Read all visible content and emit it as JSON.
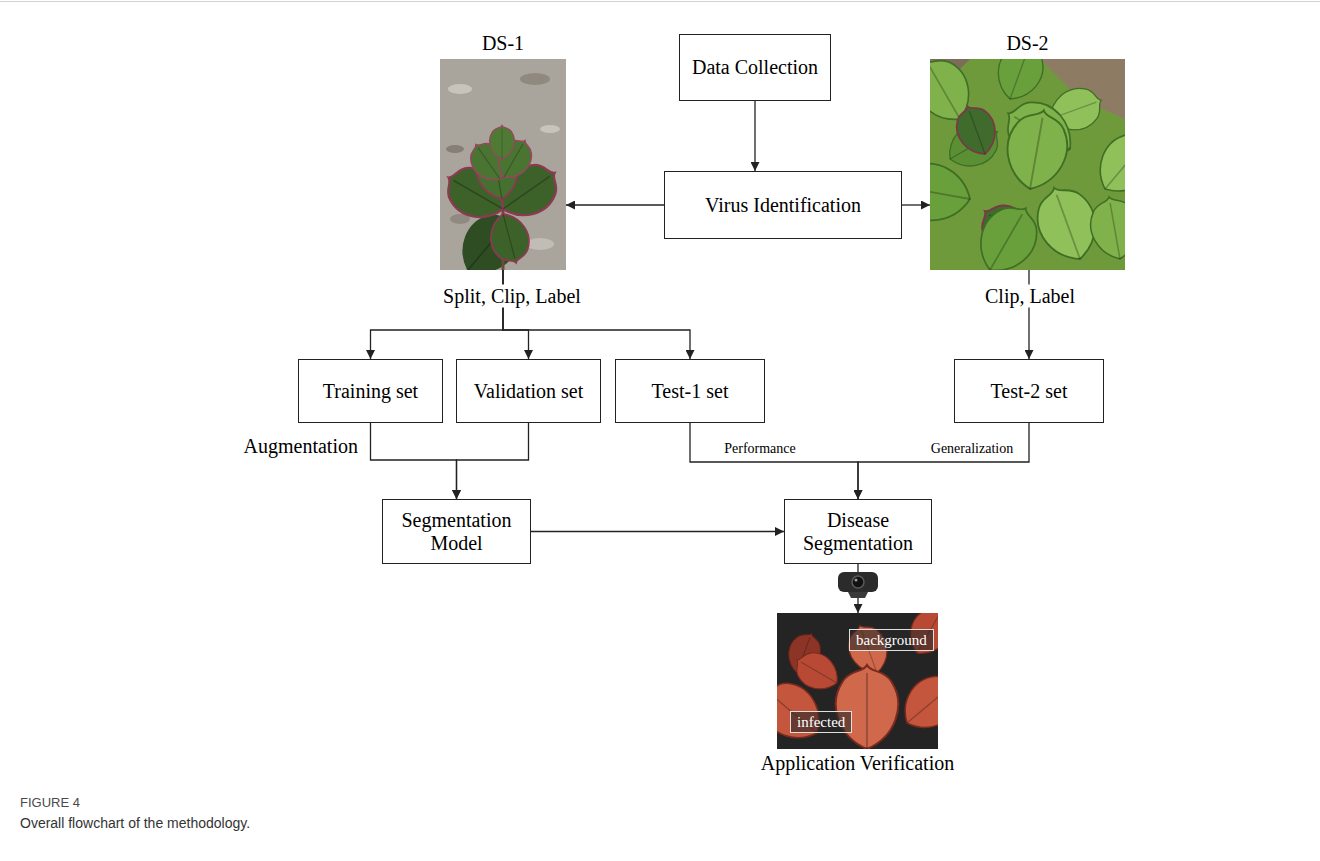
{
  "diagram": {
    "caption": "Overall flowchart of the methodology.",
    "nodes": [
      {
        "text": [
          "Data Collection"
        ]
      },
      {
        "text": [
          "DS-1"
        ]
      },
      {
        "text": [
          "Virus Identification"
        ]
      },
      {
        "text": [
          "DS-2"
        ]
      },
      {
        "text": [
          "Training set"
        ]
      },
      {
        "text": [
          "Validation set"
        ]
      },
      {
        "text": [
          "Test-1 set"
        ]
      },
      {
        "text": [
          "Test-2 set"
        ]
      },
      {
        "text": [
          "Segmentation Model"
        ]
      },
      {
        "text": [
          "Disease Segmentation"
        ]
      },
      {
        "text": [
          "Application Verification"
        ]
      },
      {
        "text": [
          "background"
        ],
        "in": 10
      },
      {
        "text": [
          "infected"
        ],
        "in": 10
      }
    ],
    "edges": [
      {
        "from": 0,
        "to": 2,
        "arrow": "to"
      },
      {
        "from": 2,
        "to": 1,
        "arrow": "to"
      },
      {
        "from": 2,
        "to": 3,
        "arrow": "to"
      },
      {
        "from": 1,
        "to": 4,
        "arrow": "to"
      },
      {
        "from": 1,
        "to": 5,
        "arrow": "to",
        "label": "Split, Clip, Label"
      },
      {
        "from": 1,
        "to": 6,
        "arrow": "to"
      },
      {
        "from": 3,
        "to": 7,
        "arrow": "to",
        "label": "Clip, Label"
      },
      {
        "from": 4,
        "to": 8,
        "arrow": "to",
        "label": "Augmentation"
      },
      {
        "from": 5,
        "to": 8,
        "arrow": "to"
      },
      {
        "from": 6,
        "to": 9,
        "arrow": "to",
        "label": "Performance"
      },
      {
        "from": 7,
        "to": 9,
        "arrow": "to",
        "label": "Generalization"
      },
      {
        "from": 8,
        "to": 9,
        "arrow": "to"
      },
      {
        "from": 9,
        "to": 10,
        "arrow": "to"
      }
    ],
    "labels": [
      "FIGURE 4"
    ]
  }
}
